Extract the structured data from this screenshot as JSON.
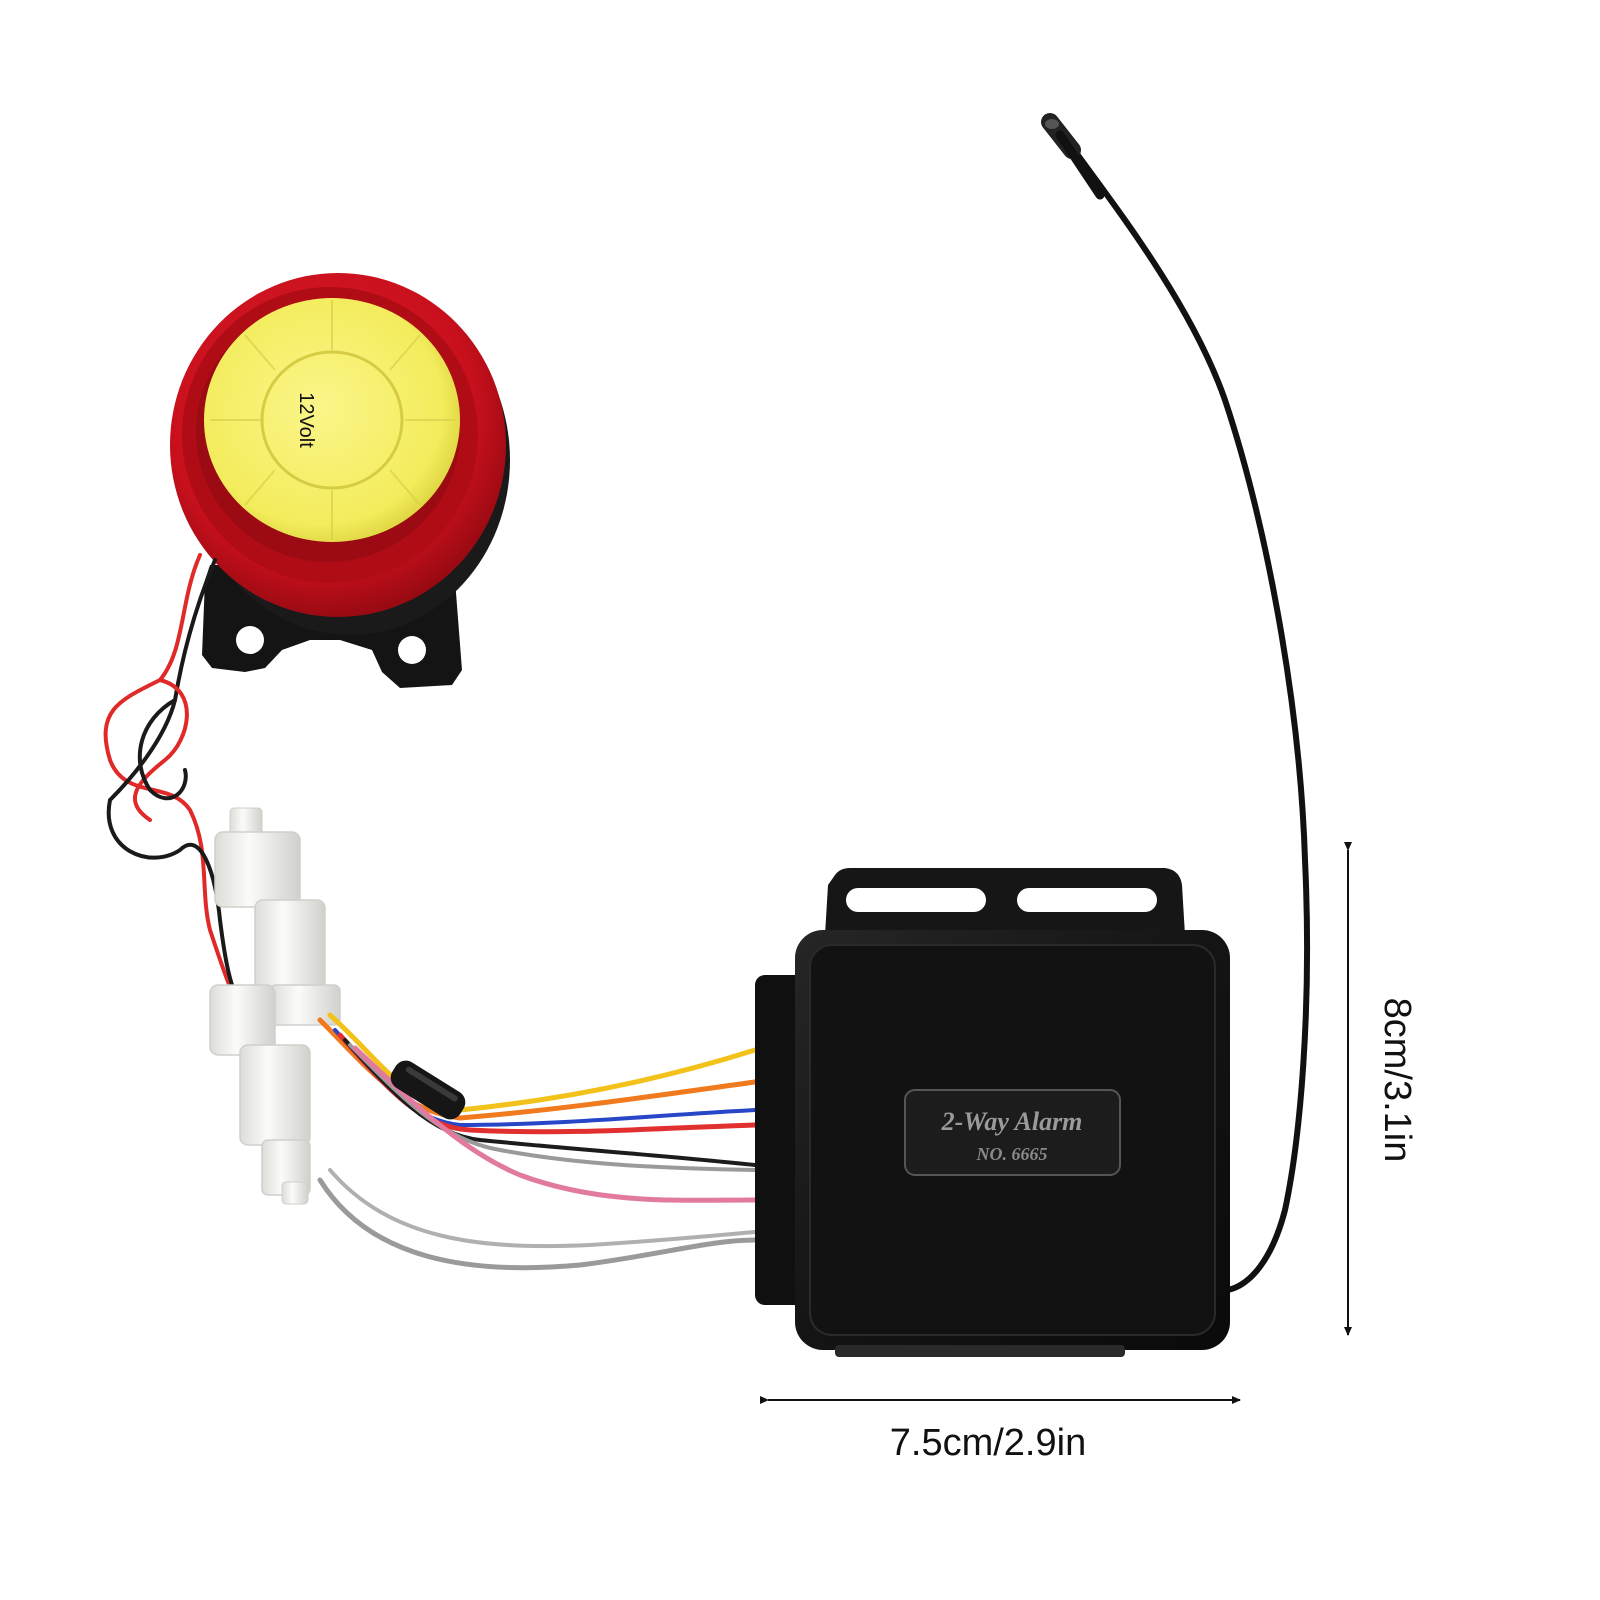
{
  "product": {
    "module_label": "2-Way Alarm",
    "model_number": "NO. 6665",
    "siren_marking": "12Volt"
  },
  "dimensions": {
    "width_label": "7.5cm/2.9in",
    "height_label": "8cm/3.1in"
  },
  "colors": {
    "background": "#ffffff",
    "siren_red": "#c8101c",
    "siren_cap_yellow": "#f3ec5c",
    "module_body": "#141414",
    "connector_white": "#f4f4f2",
    "wire_yellow": "#f2c21a",
    "wire_orange": "#f07a1d",
    "wire_red": "#e23030",
    "wire_blue": "#2846c8",
    "wire_black": "#1c1c1c",
    "wire_pink": "#e27aa0",
    "wire_gray": "#9a9a9a"
  }
}
